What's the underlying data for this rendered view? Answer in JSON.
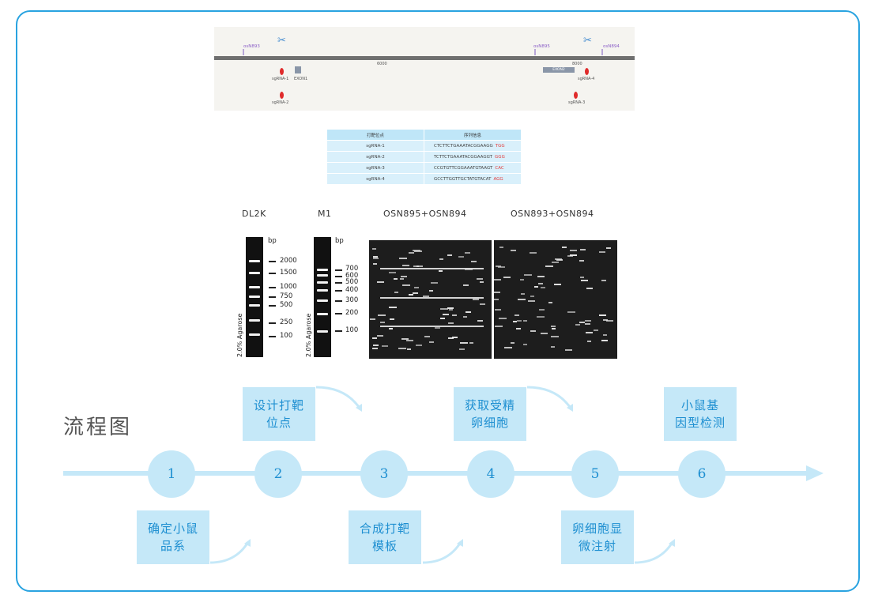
{
  "map": {
    "primers": [
      "osN893",
      "osN895",
      "osN894"
    ],
    "positions": [
      "6000",
      "8000"
    ],
    "guides": [
      "sgRNA-1",
      "sgRNA-2",
      "sgRNA-4",
      "sgRNA-3"
    ],
    "exons": [
      "EXON1",
      "EXON2"
    ]
  },
  "seq_table": {
    "headers": [
      "打靶位点",
      "序列信息"
    ],
    "rows": [
      {
        "site": "sgRNA-1",
        "seq": "CTCTTCTGAAATACGGAAGG",
        "pam": "TGG"
      },
      {
        "site": "sgRNA-2",
        "seq": "TCTTCTGAAATACGGAAGGT",
        "pam": "GGG"
      },
      {
        "site": "sgRNA-3",
        "seq": "CCGTGTTCGGAAATGTAAGT",
        "pam": "CAC"
      },
      {
        "site": "sgRNA-4",
        "seq": "GCCTTGGTTGCTATGTACAT",
        "pam": "AGG"
      }
    ],
    "pam_color": "#e23b3b"
  },
  "gel": {
    "titles": [
      "DL2K",
      "M1",
      "OSN895+OSN894",
      "OSN893+OSN894"
    ],
    "bp_label": "bp",
    "agarose_label": "2.0% Agarose",
    "dl2k_sizes": [
      "2000",
      "1500",
      "1000",
      "750",
      "500",
      "250",
      "100"
    ],
    "m1_sizes": [
      "700",
      "600",
      "500",
      "400",
      "300",
      "200",
      "100"
    ]
  },
  "flow": {
    "title": "流程图",
    "steps": [
      "1",
      "2",
      "3",
      "4",
      "5",
      "6"
    ],
    "cards_top": [
      {
        "line1": "设计打靶",
        "line2": "位点"
      },
      {
        "line1": "获取受精",
        "line2": "卵细胞"
      },
      {
        "line1": "小鼠基",
        "line2": "因型检测"
      }
    ],
    "cards_bottom": [
      {
        "line1": "确定小鼠",
        "line2": "品系"
      },
      {
        "line1": "合成打靶",
        "line2": "模板"
      },
      {
        "line1": "卵细胞显",
        "line2": "微注射"
      }
    ],
    "accent": "#1e8fd1",
    "fill": "#c5e8f8"
  },
  "frame_color": "#29a3e0"
}
